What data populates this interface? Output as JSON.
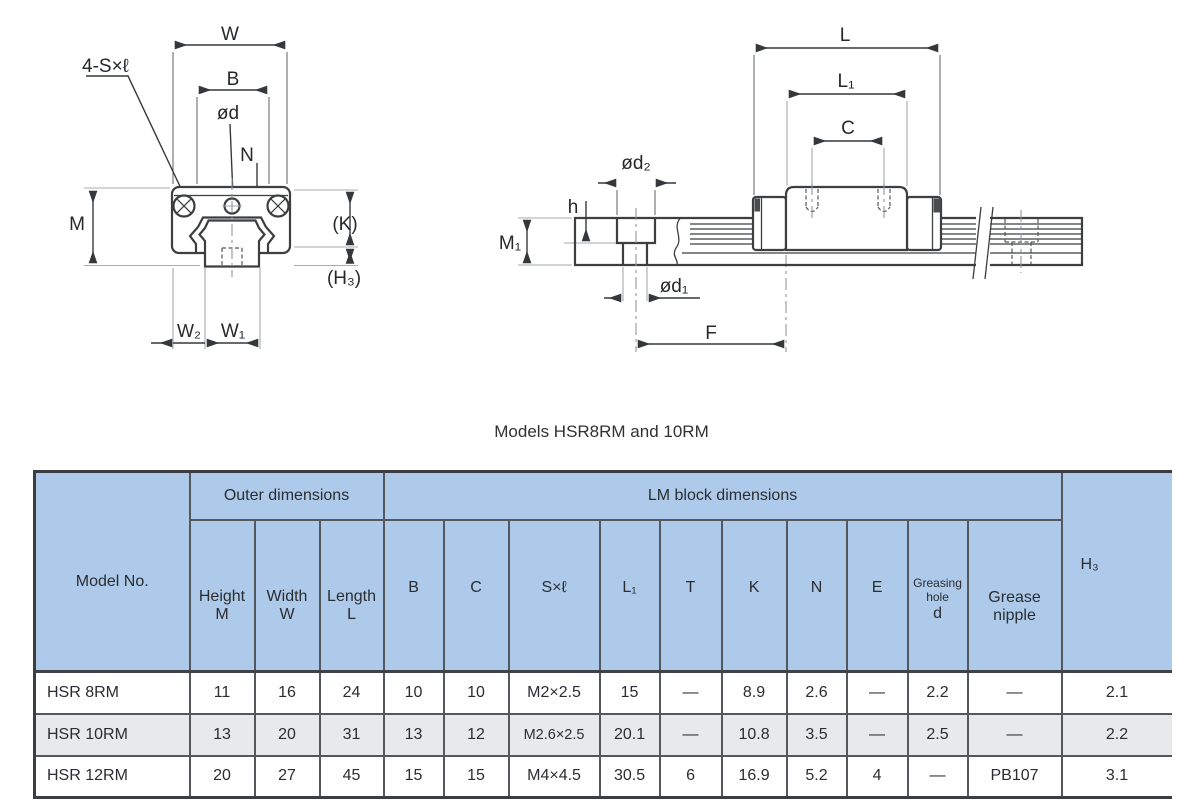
{
  "title": "Models HSR8RM and 10RM",
  "diagram_front": {
    "description": "LM block front cross-section view",
    "labels": {
      "w": "W",
      "b": "B",
      "od": "ød",
      "n": "N",
      "screw": "4-S×ℓ",
      "m": "M",
      "k": "(K)",
      "h3": "(H₃)",
      "w2": "W₂",
      "w1": "W₁"
    }
  },
  "diagram_side": {
    "description": "LM block and rail side view",
    "labels": {
      "l": "L",
      "l1": "L₁",
      "c": "C",
      "od2": "ød₂",
      "h": "h",
      "m1": "M₁",
      "od1": "ød₁",
      "f": "F"
    }
  },
  "table": {
    "header": {
      "model": "Model No.",
      "outer_group": "Outer dimensions",
      "lm_group": "LM block dimensions",
      "outer_cols": [
        {
          "name": "Height",
          "sym": "M"
        },
        {
          "name": "Width",
          "sym": "W"
        },
        {
          "name": "Length",
          "sym": "L"
        }
      ],
      "lm_letters": [
        "B",
        "C",
        "S×ℓ",
        "L₁",
        "T",
        "K",
        "N",
        "E"
      ],
      "greasing_hole": "Greasing hole",
      "greasing_sym": "d",
      "grease_nipple": "Grease nipple",
      "h3": "H₃"
    },
    "rows": [
      {
        "model": "HSR 8RM",
        "values": [
          "11",
          "16",
          "24",
          "10",
          "10",
          "M2×2.5",
          "15",
          "—",
          "8.9",
          "2.6",
          "—",
          "2.2",
          "—",
          "2.1"
        ]
      },
      {
        "model": "HSR 10RM",
        "values": [
          "13",
          "20",
          "31",
          "13",
          "12",
          "M2.6×2.5",
          "20.1",
          "—",
          "10.8",
          "3.5",
          "—",
          "2.5",
          "—",
          "2.2"
        ]
      },
      {
        "model": "HSR 12RM",
        "values": [
          "20",
          "27",
          "45",
          "15",
          "15",
          "M4×4.5",
          "30.5",
          "6",
          "16.9",
          "5.2",
          "4",
          "—",
          "PB107",
          "3.1"
        ]
      }
    ]
  },
  "colors": {
    "header_blue": "#adcaea",
    "row_alt_gray": "#e7e9eb",
    "grid_line": "#54575b",
    "drawing_line": "#3c3e40"
  }
}
